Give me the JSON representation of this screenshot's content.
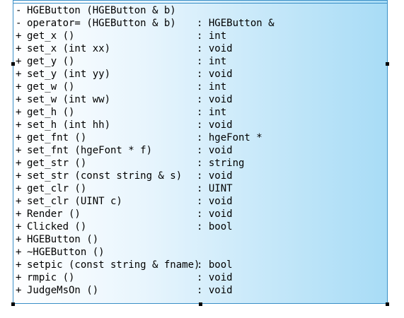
{
  "members": [
    {
      "vis": "-",
      "sig": "HGEButton (HGEButton & b)",
      "ret": ""
    },
    {
      "vis": "-",
      "sig": "operator= (HGEButton & b)",
      "ret": ": HGEButton &"
    },
    {
      "vis": "+",
      "sig": "get_x ()",
      "ret": ": int"
    },
    {
      "vis": "+",
      "sig": "set_x (int xx)",
      "ret": ": void"
    },
    {
      "vis": "+",
      "sig": "get_y ()",
      "ret": ": int"
    },
    {
      "vis": "+",
      "sig": "set_y (int yy)",
      "ret": ": void"
    },
    {
      "vis": "+",
      "sig": "get_w ()",
      "ret": ": int"
    },
    {
      "vis": "+",
      "sig": "set_w (int ww)",
      "ret": ": void"
    },
    {
      "vis": "+",
      "sig": "get_h ()",
      "ret": ": int"
    },
    {
      "vis": "+",
      "sig": "set_h (int hh)",
      "ret": ": void"
    },
    {
      "vis": "+",
      "sig": "get_fnt ()",
      "ret": ": hgeFont *"
    },
    {
      "vis": "+",
      "sig": "set_fnt (hgeFont * f)",
      "ret": ": void"
    },
    {
      "vis": "+",
      "sig": "get_str ()",
      "ret": ": string"
    },
    {
      "vis": "+",
      "sig": "set_str (const string & s)",
      "ret": ": void"
    },
    {
      "vis": "+",
      "sig": "get_clr ()",
      "ret": ": UINT"
    },
    {
      "vis": "+",
      "sig": "set_clr (UINT c)",
      "ret": ": void"
    },
    {
      "vis": "+",
      "sig": "Render ()",
      "ret": ": void"
    },
    {
      "vis": "+",
      "sig": "Clicked ()",
      "ret": ": bool"
    },
    {
      "vis": "+",
      "sig": "HGEButton ()",
      "ret": ""
    },
    {
      "vis": "+",
      "sig": "~HGEButton ()",
      "ret": ""
    },
    {
      "vis": "+",
      "sig": "setpic (const string & fname)",
      "ret": ": bool"
    },
    {
      "vis": "+",
      "sig": "rmpic ()",
      "ret": ": void"
    },
    {
      "vis": "+",
      "sig": "JudgeMsOn ()",
      "ret": ": void"
    }
  ],
  "colors": {
    "border": "#3a8fc7",
    "gradient_start": "#ffffff",
    "gradient_end": "#a8dcf6",
    "handle": "#000000"
  }
}
